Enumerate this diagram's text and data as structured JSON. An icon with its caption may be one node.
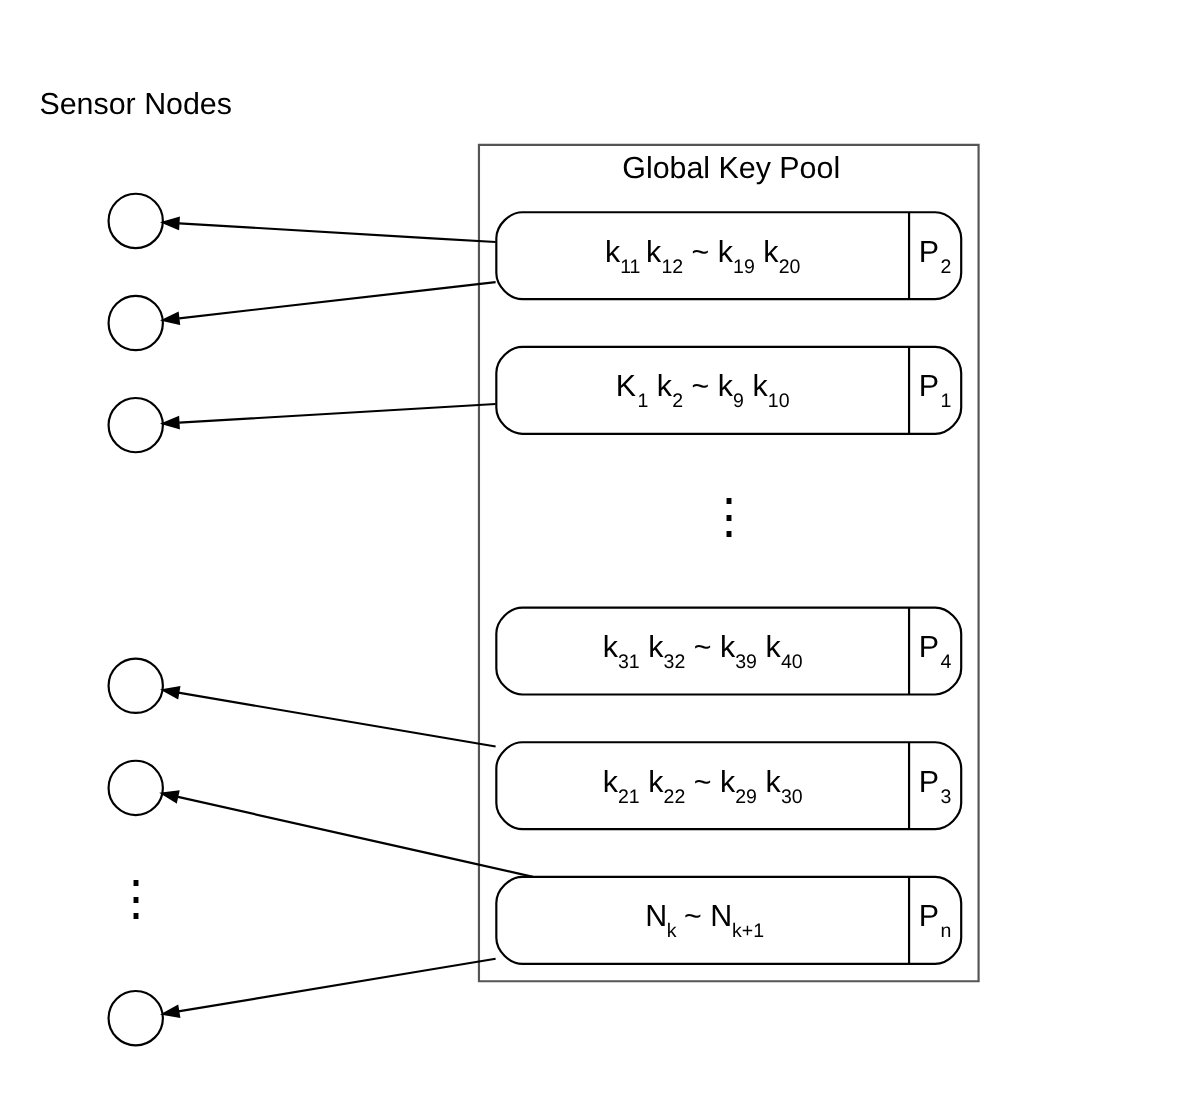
{
  "diagram": {
    "nodes": [
      {
        "text": [
          "Global Key Pool"
        ]
      },
      {
        "text": [
          "K$_{1}$ k$_{2}$ ~ k$_{9}$ k$_{10}$",
          "P$_{1}$"
        ],
        "in": 0
      },
      {
        "text": [
          "k$_{11}$ k$_{12}$ ~ k$_{19}$ k$_{20}$",
          "P$_{2}$"
        ],
        "in": 0
      },
      {
        "text": [
          "k$_{21}$ k$_{22}$ ~ k$_{29}$ k$_{30}$",
          "P$_{3}$"
        ],
        "in": 0
      },
      {
        "text": [
          "k$_{31}$ k$_{32}$ ~ k$_{39}$ k$_{40}$",
          "P$_{4}$"
        ],
        "in": 0
      },
      {
        "text": [
          "N$_{k}$ ~ N$_{k+1}$",
          "P$_{n}$"
        ],
        "in": 0
      },
      {
        "text": [],
        "shape": "circle"
      },
      {
        "text": [],
        "shape": "circle"
      },
      {
        "text": [],
        "shape": "circle"
      },
      {
        "text": [],
        "shape": "circle"
      },
      {
        "text": [],
        "shape": "circle"
      },
      {
        "text": [],
        "shape": "circle"
      }
    ],
    "edges": [
      {
        "from": 1,
        "to": 8,
        "arrow": "to"
      },
      {
        "from": 2,
        "to": 6,
        "arrow": "to"
      },
      {
        "from": 2,
        "to": 7,
        "arrow": "to"
      },
      {
        "from": 3,
        "to": 9,
        "arrow": "to"
      },
      {
        "from": 5,
        "to": 10,
        "arrow": "to"
      },
      {
        "from": 5,
        "to": 11,
        "arrow": "to"
      }
    ],
    "labels": [
      "Sensor Nodes",
      "⋮",
      "⋮"
    ]
  }
}
